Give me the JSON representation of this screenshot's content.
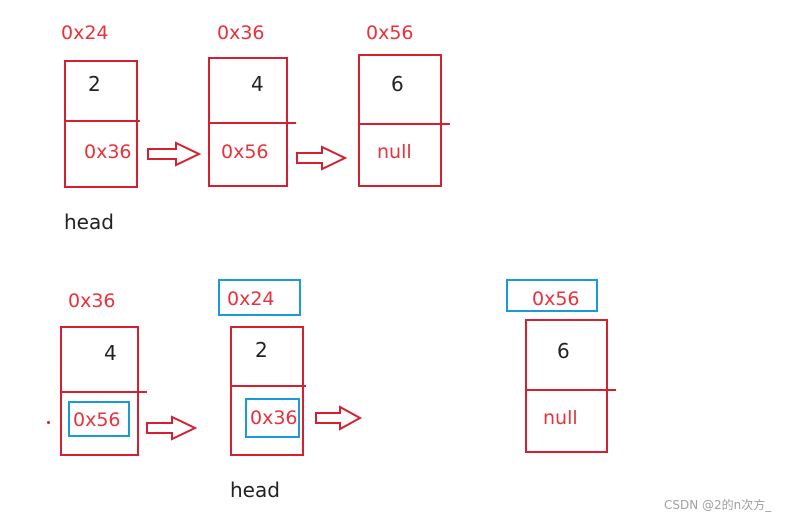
{
  "top_list": {
    "nodes": [
      {
        "address": "0x24",
        "value": "2",
        "next": "0x36"
      },
      {
        "address": "0x36",
        "value": "4",
        "next": "0x56"
      },
      {
        "address": "0x56",
        "value": "6",
        "next": "null"
      }
    ],
    "head_label": "head"
  },
  "bottom_list": {
    "nodes": [
      {
        "address": "0x36",
        "value": "4",
        "next": "0x56"
      },
      {
        "address": "0x24",
        "value": "2",
        "next": "0x36"
      },
      {
        "address": "0x56",
        "value": "6",
        "next": "null"
      }
    ],
    "head_label": "head"
  },
  "colors": {
    "node_border": "#d42030",
    "highlight": "#1a9ad6",
    "address_text": "#e8323c"
  },
  "watermark": "CSDN @2的n次方_"
}
